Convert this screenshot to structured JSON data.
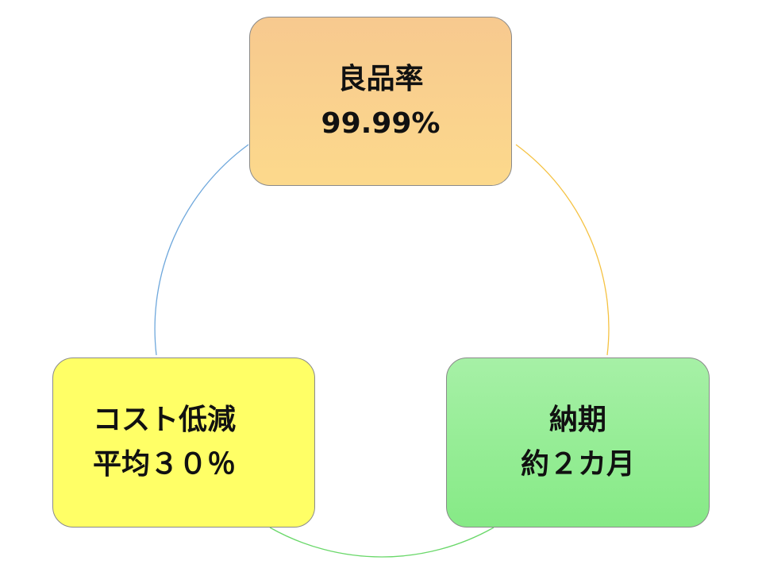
{
  "cycle": {
    "nodes": [
      {
        "id": "quality",
        "title": "良品率",
        "value": "99.99%",
        "fill": "#f9cf8e"
      },
      {
        "id": "delivery",
        "title": "納期",
        "value": "約２カ月",
        "fill": "#90ec90"
      },
      {
        "id": "cost",
        "title": "コスト低減",
        "value": "平均３０％",
        "fill": "#ffff66"
      }
    ],
    "arc_colors": {
      "top_to_right": "#f5c242",
      "right_to_left": "#6ad86a",
      "left_to_top": "#6fa8dc"
    }
  }
}
